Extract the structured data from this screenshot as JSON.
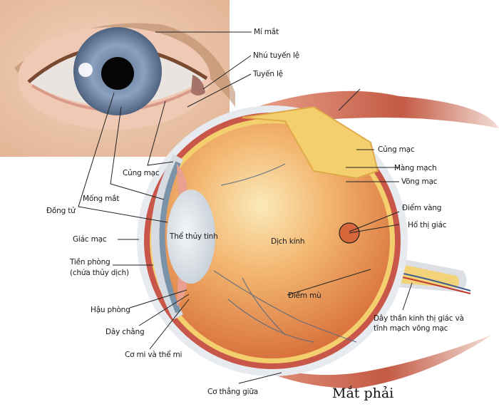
{
  "diagram": {
    "title": "Mắt phải",
    "subject": "Human eye anatomy (Vietnamese labels)",
    "external_view_labels": {
      "eyelid": "Mí mắt",
      "lacrimal_papilla": "Nhú tuyến lệ",
      "lacrimal_gland": "Tuyến lệ",
      "sclera_front": "Củng mạc",
      "iris": "Mống mắt",
      "pupil": "Đồng tử"
    },
    "cross_section_labels": {
      "sclera": "Củng mạc",
      "choroid": "Màng mạch",
      "retina": "Võng mạc",
      "macula": "Điểm vàng",
      "fovea": "Hố thị giác",
      "cornea": "Giác mạc",
      "anterior_chamber_line1": "Tiền phòng",
      "anterior_chamber_line2": "(chứa thủy dịch)",
      "lens": "Thể thủy tinh",
      "vitreous": "Dịch kính",
      "blind_spot": "Điểm mù",
      "posterior_chamber": "Hậu phòng",
      "ligament": "Dây chằng",
      "ciliary": "Cơ mi và thể mi",
      "optic_nerve_line1": "Dây thần kinh thị giác và",
      "optic_nerve_line2": "tĩnh mạch võng mạc",
      "medial_rectus": "Cơ thẳng giữa"
    },
    "colors": {
      "skin": "#e8c3a6",
      "iris": "#7d94b3",
      "sclera_white": "#e9ecef",
      "vitreous": "#f0b36c",
      "retina_yellow": "#f3cf6d",
      "choroid": "#c8564a",
      "muscle": "#c96a55",
      "leader_line": "#222222"
    }
  }
}
